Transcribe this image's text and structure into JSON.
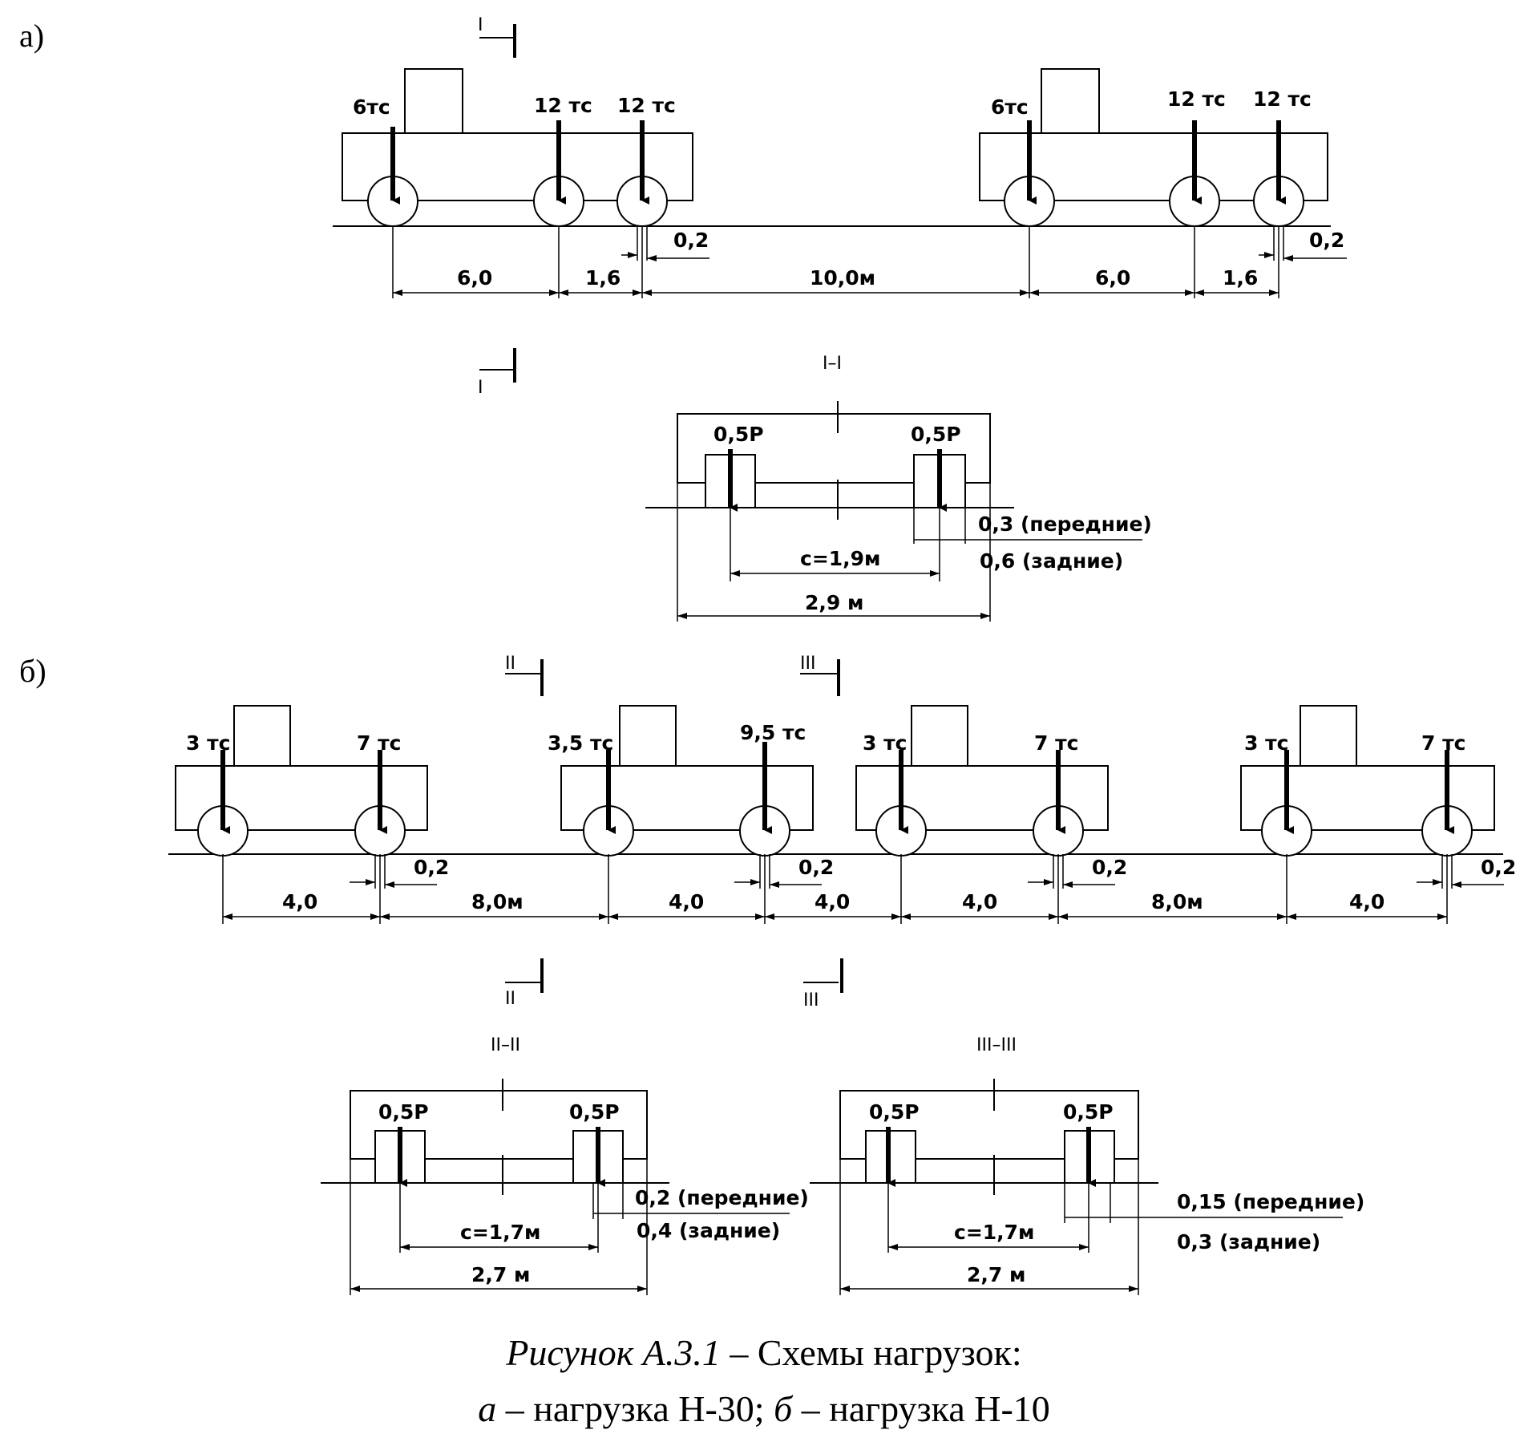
{
  "panel_a": {
    "label": "а)",
    "cut_label": "I",
    "section_title": "I–I",
    "loads": [
      "6тс",
      "12 тс",
      "12 тс"
    ],
    "spacings": [
      "6,0",
      "1,6",
      "10,0м",
      "6,0",
      "1,6"
    ],
    "gap": "0,2",
    "section": {
      "force": "0,5P",
      "c": "с=1,9м",
      "width": "2,9 м",
      "front": "0,3 (передние)",
      "rear": "0,6 (задние)"
    }
  },
  "panel_b": {
    "label": "б)",
    "cut_labels": [
      "II",
      "III"
    ],
    "section_titles": [
      "II–II",
      "III–III"
    ],
    "trucks": [
      {
        "loads": [
          "3 тс",
          "7 тс"
        ]
      },
      {
        "loads": [
          "3,5 тс",
          "9,5 тс"
        ]
      },
      {
        "loads": [
          "3 тс",
          "7 тс"
        ]
      },
      {
        "loads": [
          "3 тс",
          "7 тс"
        ]
      }
    ],
    "spacings": [
      "4,0",
      "8,0м",
      "4,0",
      "4,0",
      "4,0",
      "8,0м",
      "4,0"
    ],
    "gap": "0,2",
    "section_ii": {
      "force": "0,5P",
      "c": "с=1,7м",
      "width": "2,7 м",
      "front": "0,2 (передние)",
      "rear": "0,4 (задние)"
    },
    "section_iii": {
      "force": "0,5P",
      "c": "с=1,7м",
      "width": "2,7 м",
      "front": "0,15 (передние)",
      "rear": "0,3 (задние)"
    }
  },
  "caption": {
    "title_italic": "Рисунок А.3.1",
    "title_rest": " – Схемы нагрузок:",
    "line2_a": "а",
    "line2_a_text": " – нагрузка Н-30; ",
    "line2_b": "б",
    "line2_b_text": " – нагрузка Н-10"
  }
}
